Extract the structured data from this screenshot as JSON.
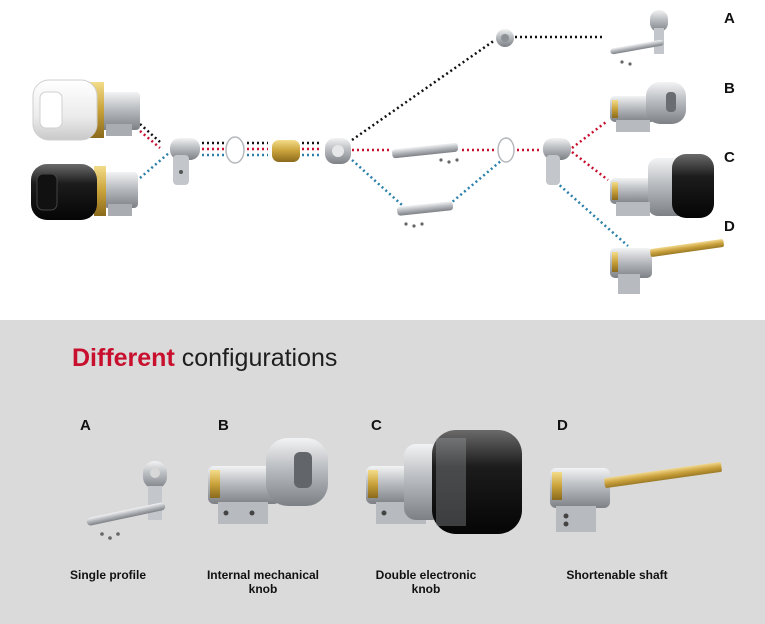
{
  "top": {
    "labels": [
      "A",
      "B",
      "C",
      "D"
    ]
  },
  "heading": {
    "highlight": "Different",
    "rest": "configurations",
    "highlight_color": "#c8102e"
  },
  "configs": [
    {
      "letter": "A",
      "caption_line1": "Single profile",
      "caption_line2": ""
    },
    {
      "letter": "B",
      "caption_line1": "Internal mechanical",
      "caption_line2": "knob"
    },
    {
      "letter": "C",
      "caption_line1": "Double electronic",
      "caption_line2": "knob"
    },
    {
      "letter": "D",
      "caption_line1": "Shortenable shaft",
      "caption_line2": ""
    }
  ],
  "colors": {
    "connector_black": "#111111",
    "connector_red": "#c8102e",
    "connector_blue": "#2a7fa8",
    "brass": "#c9a23a",
    "steel": "#b9bcc0",
    "bottom_background": "#dadada"
  }
}
